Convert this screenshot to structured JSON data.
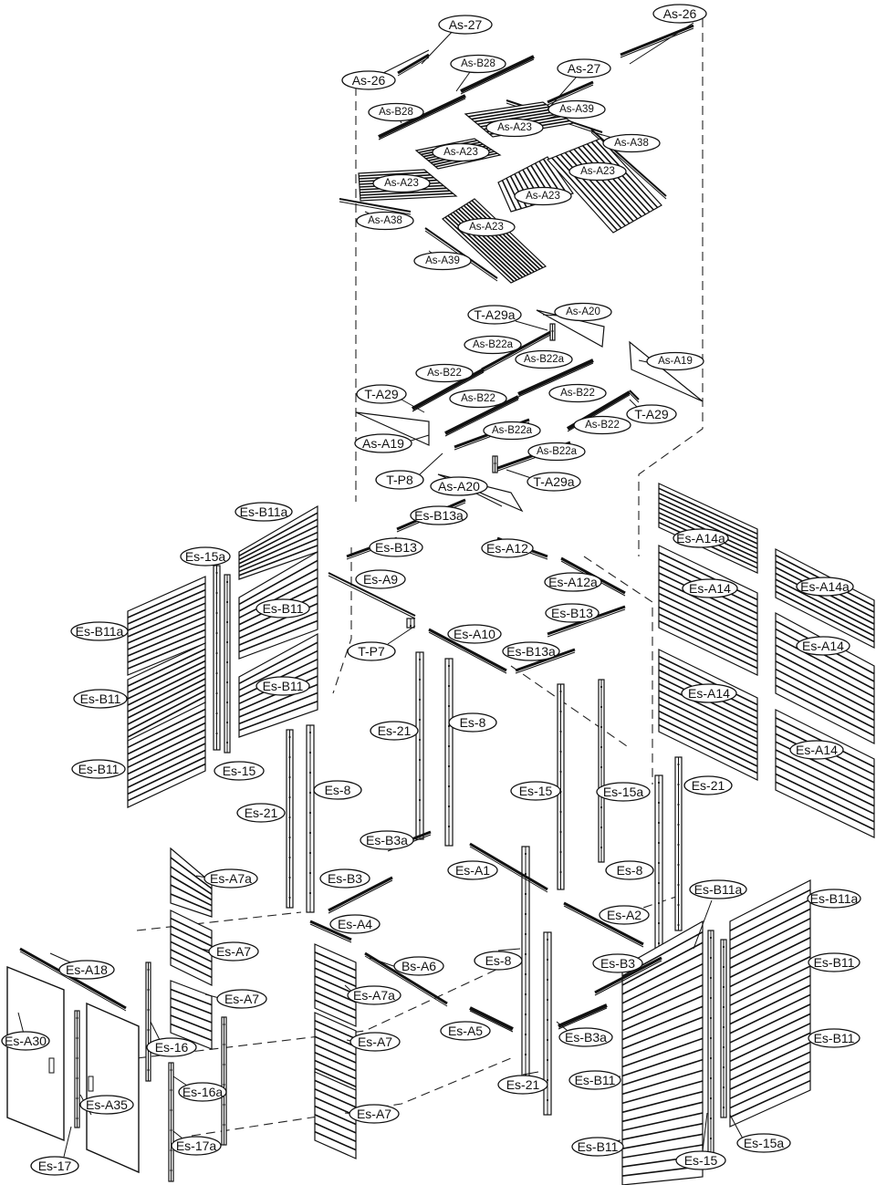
{
  "labels": [
    {
      "id": "as27a",
      "text": "As-27"
    },
    {
      "id": "as26a",
      "text": "As-26"
    },
    {
      "id": "as26b",
      "text": "As-26"
    },
    {
      "id": "asb28a",
      "text": "As-B28"
    },
    {
      "id": "as27b",
      "text": "As-27"
    },
    {
      "id": "asb28b",
      "text": "As-B28"
    },
    {
      "id": "asa39a",
      "text": "As-A39"
    },
    {
      "id": "asa23a",
      "text": "As-A23"
    },
    {
      "id": "asa38a",
      "text": "As-A38"
    },
    {
      "id": "asa23b",
      "text": "As-A23"
    },
    {
      "id": "asa23c",
      "text": "As-A23"
    },
    {
      "id": "asa23d",
      "text": "As-A23"
    },
    {
      "id": "asa23e",
      "text": "As-A23"
    },
    {
      "id": "asa38b",
      "text": "As-A38"
    },
    {
      "id": "asa23f",
      "text": "As-A23"
    },
    {
      "id": "asa39b",
      "text": "As-A39"
    },
    {
      "id": "ta29a1",
      "text": "T-A29a"
    },
    {
      "id": "asa20a",
      "text": "As-A20"
    },
    {
      "id": "asb22a1",
      "text": "As-B22a"
    },
    {
      "id": "asb22a2",
      "text": "As-B22a"
    },
    {
      "id": "asa19a",
      "text": "As-A19"
    },
    {
      "id": "asb22b1",
      "text": "As-B22"
    },
    {
      "id": "ta29b1",
      "text": "T-A29"
    },
    {
      "id": "asb22b2",
      "text": "As-B22"
    },
    {
      "id": "asb22b3",
      "text": "As-B22"
    },
    {
      "id": "ta29b2",
      "text": "T-A29"
    },
    {
      "id": "asb22a3",
      "text": "As-B22a"
    },
    {
      "id": "asb22b4",
      "text": "As-B22"
    },
    {
      "id": "asa19b",
      "text": "As-A19"
    },
    {
      "id": "asb22a4",
      "text": "As-B22a"
    },
    {
      "id": "tp8",
      "text": "T-P8"
    },
    {
      "id": "ta29a2",
      "text": "T-A29a"
    },
    {
      "id": "asa20b",
      "text": "As-A20"
    },
    {
      "id": "esb13a1",
      "text": "Es-B13a"
    },
    {
      "id": "esb11a1",
      "text": "Es-B11a"
    },
    {
      "id": "esb13a",
      "text": "Es-B13"
    },
    {
      "id": "esa12",
      "text": "Es-A12"
    },
    {
      "id": "es15a1",
      "text": "Es-15a"
    },
    {
      "id": "esa9",
      "text": "Es-A9"
    },
    {
      "id": "esa12a",
      "text": "Es-A12a"
    },
    {
      "id": "esa14a1",
      "text": "Es-A14a"
    },
    {
      "id": "esa14a",
      "text": "Es-A14"
    },
    {
      "id": "esa14a2",
      "text": "Es-A14a"
    },
    {
      "id": "esb11b",
      "text": "Es-B11"
    },
    {
      "id": "esb13b",
      "text": "Es-B13"
    },
    {
      "id": "esb11a2",
      "text": "Es-B11a"
    },
    {
      "id": "esa10",
      "text": "Es-A10"
    },
    {
      "id": "tp7",
      "text": "T-P7"
    },
    {
      "id": "esb13a2",
      "text": "Es-B13a"
    },
    {
      "id": "esa14b",
      "text": "Es-A14"
    },
    {
      "id": "esb11c",
      "text": "Es-B11"
    },
    {
      "id": "esb11d",
      "text": "Es-B11"
    },
    {
      "id": "esa14c",
      "text": "Es-A14"
    },
    {
      "id": "es8a",
      "text": "Es-8"
    },
    {
      "id": "es21a",
      "text": "Es-21"
    },
    {
      "id": "esa14d",
      "text": "Es-A14"
    },
    {
      "id": "esb11e",
      "text": "Es-B11"
    },
    {
      "id": "es15a",
      "text": "Es-15"
    },
    {
      "id": "es8b",
      "text": "Es-8"
    },
    {
      "id": "es15b",
      "text": "Es-15"
    },
    {
      "id": "es15a2",
      "text": "Es-15a"
    },
    {
      "id": "es21b",
      "text": "Es-21"
    },
    {
      "id": "es21c",
      "text": "Es-21"
    },
    {
      "id": "esb3a1",
      "text": "Es-B3a"
    },
    {
      "id": "esa7a1",
      "text": "Es-A7a"
    },
    {
      "id": "esb3a",
      "text": "Es-B3"
    },
    {
      "id": "esa1",
      "text": "Es-A1"
    },
    {
      "id": "es8c",
      "text": "Es-8"
    },
    {
      "id": "esb11a3",
      "text": "Es-B11a"
    },
    {
      "id": "esb11a4",
      "text": "Es-B11a"
    },
    {
      "id": "esa4",
      "text": "Es-A4"
    },
    {
      "id": "esa2",
      "text": "Es-A2"
    },
    {
      "id": "esa7a",
      "text": "Es-A7"
    },
    {
      "id": "esa18",
      "text": "Es-A18"
    },
    {
      "id": "bsa6",
      "text": "Bs-A6"
    },
    {
      "id": "es8d",
      "text": "Es-8"
    },
    {
      "id": "esb3b",
      "text": "Es-B3"
    },
    {
      "id": "esb11f",
      "text": "Es-B11"
    },
    {
      "id": "esa7a2",
      "text": "Es-A7a"
    },
    {
      "id": "esa7b",
      "text": "Es-A7"
    },
    {
      "id": "esa5",
      "text": "Es-A5"
    },
    {
      "id": "esb3a2",
      "text": "Es-B3a"
    },
    {
      "id": "esb11g",
      "text": "Es-B11"
    },
    {
      "id": "esa30",
      "text": "Es-A30"
    },
    {
      "id": "es16",
      "text": "Es-16"
    },
    {
      "id": "esa7c",
      "text": "Es-A7"
    },
    {
      "id": "es21d",
      "text": "Es-21"
    },
    {
      "id": "esb11h",
      "text": "Es-B11"
    },
    {
      "id": "es16a",
      "text": "Es-16a"
    },
    {
      "id": "esa35",
      "text": "Es-A35"
    },
    {
      "id": "esa7d",
      "text": "Es-A7"
    },
    {
      "id": "es17a",
      "text": "Es-17a"
    },
    {
      "id": "esb11i",
      "text": "Es-B11"
    },
    {
      "id": "es15a3",
      "text": "Es-15a"
    },
    {
      "id": "es17",
      "text": "Es-17"
    },
    {
      "id": "es15c",
      "text": "Es-15"
    }
  ]
}
